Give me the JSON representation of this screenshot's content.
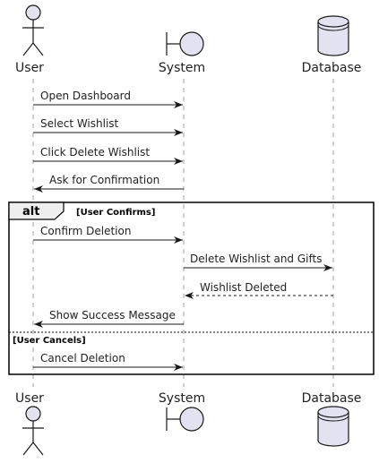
{
  "participants": [
    {
      "id": "user",
      "name": "User",
      "kind": "actor"
    },
    {
      "id": "system",
      "name": "System",
      "kind": "boundary"
    },
    {
      "id": "database",
      "name": "Database",
      "kind": "database"
    }
  ],
  "messages": [
    {
      "from": "user",
      "to": "system",
      "label": "Open Dashboard",
      "style": "solid"
    },
    {
      "from": "user",
      "to": "system",
      "label": "Select Wishlist",
      "style": "solid"
    },
    {
      "from": "user",
      "to": "system",
      "label": "Click Delete Wishlist",
      "style": "solid"
    },
    {
      "from": "system",
      "to": "user",
      "label": "Ask for Confirmation",
      "style": "solid"
    },
    {
      "from": "user",
      "to": "system",
      "label": "Confirm Deletion",
      "style": "solid"
    },
    {
      "from": "system",
      "to": "database",
      "label": "Delete Wishlist and Gifts",
      "style": "solid"
    },
    {
      "from": "database",
      "to": "system",
      "label": "Wishlist Deleted",
      "style": "dashed"
    },
    {
      "from": "system",
      "to": "user",
      "label": "Show Success Message",
      "style": "solid"
    },
    {
      "from": "user",
      "to": "system",
      "label": "Cancel Deletion",
      "style": "solid"
    }
  ],
  "alt_frame": {
    "keyword": "alt",
    "guards": [
      "[User Confirms]",
      "[User Cancels]"
    ]
  }
}
